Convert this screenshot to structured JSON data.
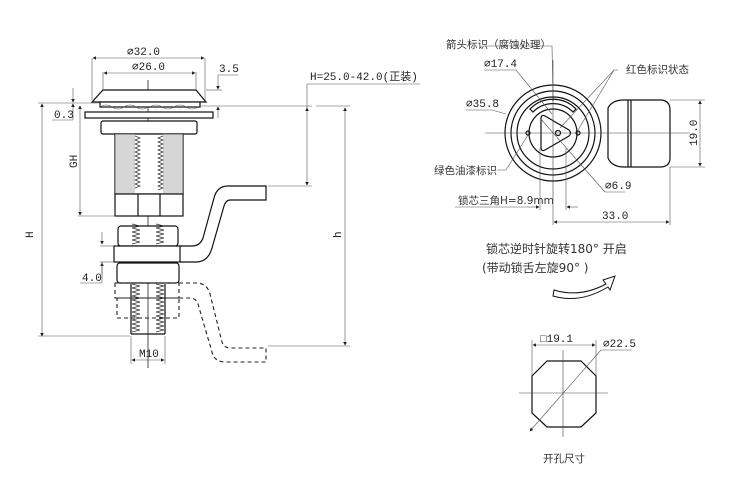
{
  "drawing": {
    "side_view": {
      "dia_outer": "⌀32.0",
      "dia_inner": "⌀26.0",
      "flange_thickness": "3.5",
      "gap": "0.3",
      "grip_height_label": "GH",
      "total_height_label": "H",
      "cam_offset_label": "h",
      "height_range": "H=25.0-42.0(正装)",
      "nut_thickness": "4.0",
      "thread": "M10"
    },
    "front_view": {
      "arrow_mark": "箭头标识（腐蚀处理）",
      "dia_core": "⌀17.4",
      "red_mark": "红色标识状态",
      "dia_face": "⌀35.8",
      "cam_width": "19.0",
      "green_mark": "绿色油漆标识",
      "dia_pin": "⌀6.9",
      "triangle": "锁芯三角H=8.9mm",
      "cam_length": "33.0"
    },
    "rotation_note": {
      "line1": "锁芯逆时针旋转180° 开启",
      "line2": "(带动锁舌左旋90° )"
    },
    "cutout": {
      "square": "□19.1",
      "diameter": "⌀22.5",
      "caption": "开孔尺寸"
    }
  }
}
